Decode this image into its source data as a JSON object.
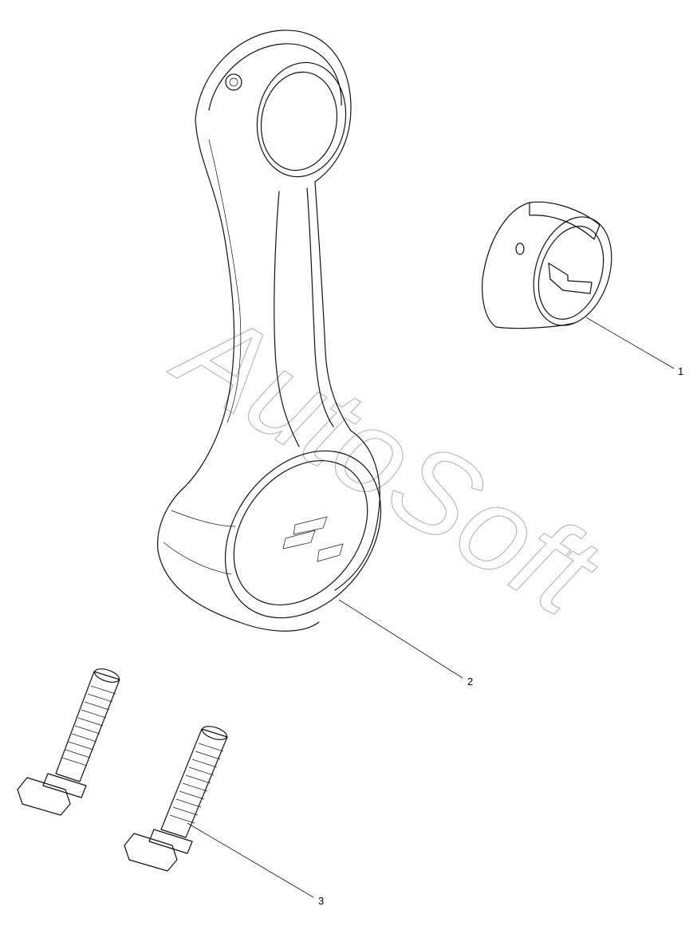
{
  "watermark": {
    "text": "AutoSoft",
    "color": "#b9b9b9"
  },
  "callouts": [
    {
      "id": "bushing",
      "label": "1"
    },
    {
      "id": "connecting-rod",
      "label": "2"
    },
    {
      "id": "bolt",
      "label": "3"
    }
  ],
  "colors": {
    "line": "#111111",
    "background": "#ffffff"
  }
}
